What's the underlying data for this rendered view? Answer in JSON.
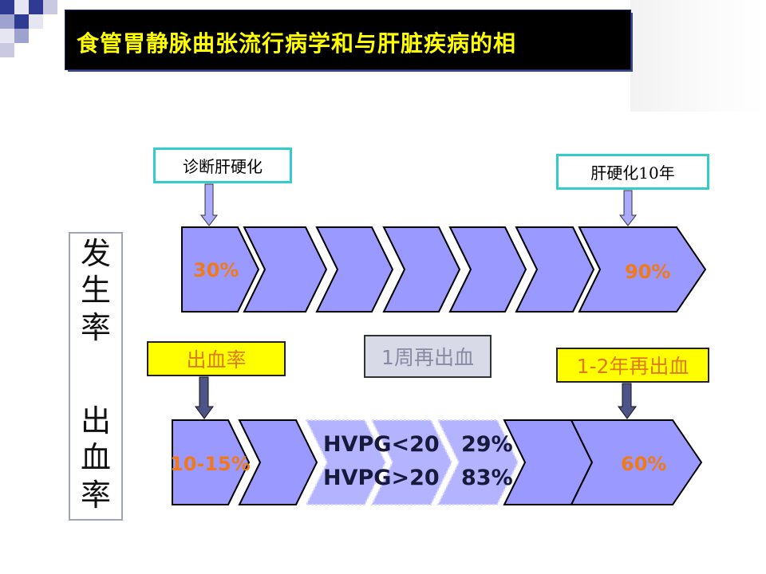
{
  "slide": {
    "title": "食管胃静脉曲张流行病学和与肝脏疾病的相",
    "vertical_label": {
      "part1": [
        "发",
        "生",
        "率"
      ],
      "part2": [
        "出",
        "血",
        "率"
      ]
    },
    "callouts": {
      "diagnosis": "诊断肝硬化",
      "ten_years": "肝硬化10年",
      "bleeding_rate": "出血率",
      "rebleed_week": "1周再出血",
      "rebleed_years": "1-2年再出血"
    },
    "row1": {
      "start_value": "30%",
      "end_value": "90%"
    },
    "row2": {
      "start_value": "10-15%",
      "hvpg_low_label": "HVPG<20",
      "hvpg_low_value": "29%",
      "hvpg_high_label": "HVPG>20",
      "hvpg_high_value": "83%",
      "end_value": "60%"
    }
  },
  "colors": {
    "chevron_fill": "#9999ff",
    "chevron_fill_light": "#b3b3ff",
    "chevron_stroke": "#000000",
    "title_bg": "#000000",
    "title_text": "#ffff00",
    "callout_cyan_border": "#33cccc",
    "callout_yellow_bg": "#ffff00",
    "orange_text": "#f07a1a"
  },
  "icons": {
    "decoration": "corner-squares-decoration",
    "arrows": "down-arrow-icon"
  }
}
